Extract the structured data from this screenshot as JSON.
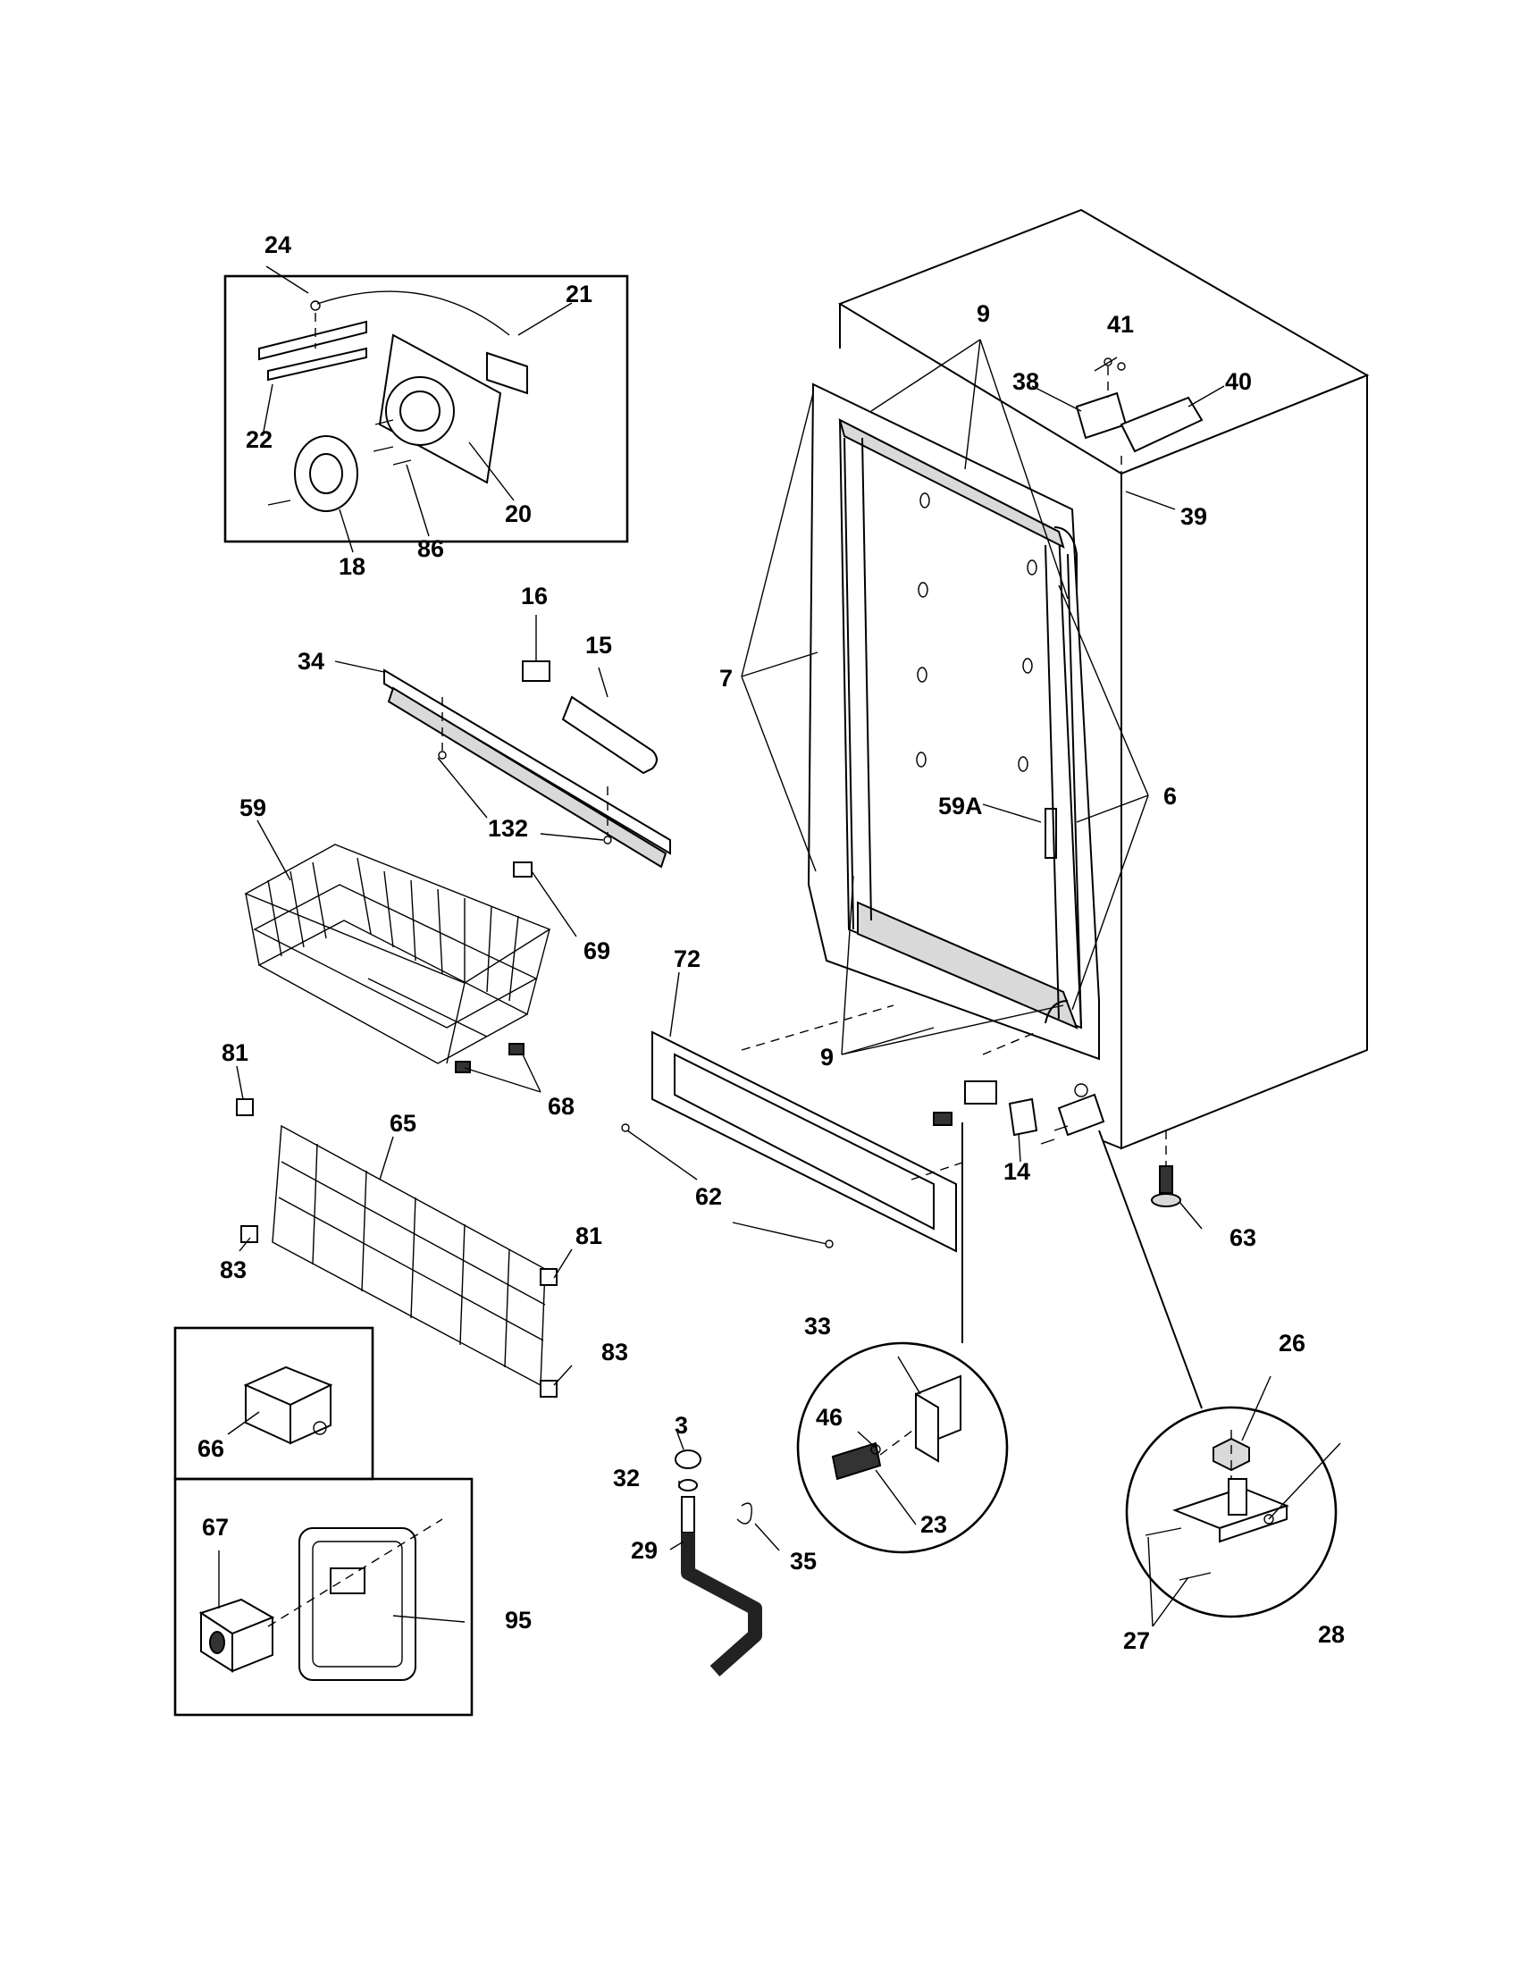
{
  "callouts": {
    "c3": "3",
    "c6": "6",
    "c7": "7",
    "c9a": "9",
    "c9b": "9",
    "c14": "14",
    "c15": "15",
    "c16": "16",
    "c18": "18",
    "c20": "20",
    "c21": "21",
    "c22": "22",
    "c23": "23",
    "c24": "24",
    "c26": "26",
    "c27": "27",
    "c28": "28",
    "c29": "29",
    "c32": "32",
    "c33": "33",
    "c34": "34",
    "c35": "35",
    "c38": "38",
    "c39": "39",
    "c40": "40",
    "c41": "41",
    "c46": "46",
    "c59": "59",
    "c59a": "59A",
    "c62": "62",
    "c63": "63",
    "c65": "65",
    "c66": "66",
    "c67": "67",
    "c68": "68",
    "c69": "69",
    "c72": "72",
    "c81a": "81",
    "c81b": "81",
    "c83a": "83",
    "c83b": "83",
    "c86": "86",
    "c95": "95",
    "c132": "132"
  }
}
